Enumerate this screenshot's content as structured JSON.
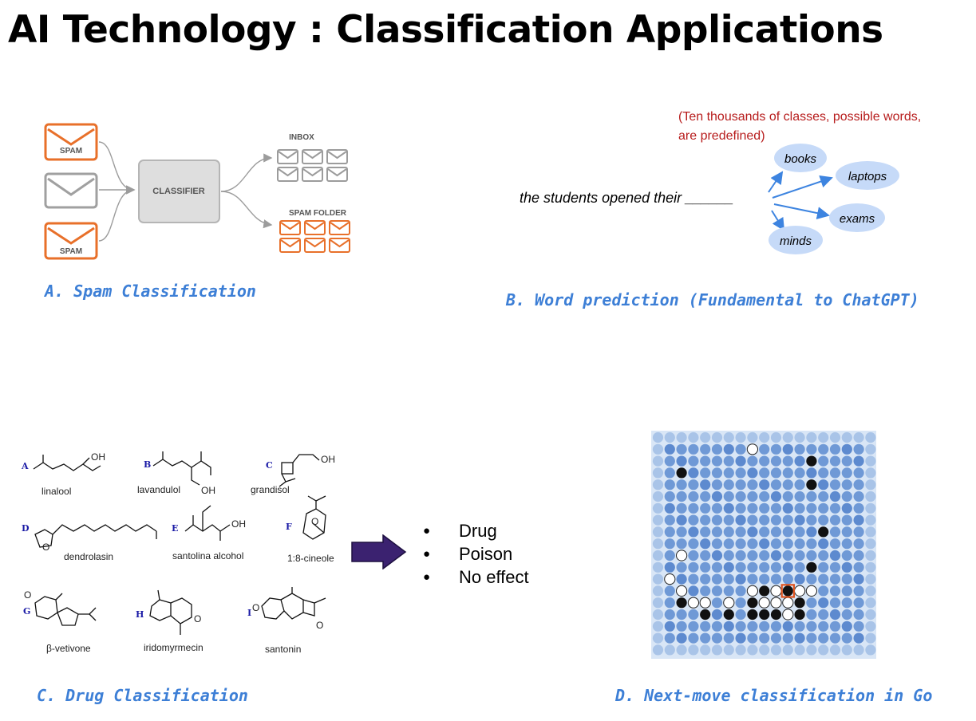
{
  "title": "AI Technology : Classification Applications",
  "panel_a": {
    "caption": "A. Spam Classification",
    "spam_label": "SPAM",
    "classifier_label": "CLASSIFIER",
    "inbox_label": "INBOX",
    "spam_folder_label": "SPAM FOLDER",
    "colors": {
      "spam": "#e8702a",
      "neutral": "#9c9c9c"
    }
  },
  "panel_b": {
    "caption": "B. Word prediction (Fundamental to ChatGPT)",
    "note_line1": "(Ten thousands of classes, possible words,",
    "note_line2": "are predefined)",
    "sentence": "the students opened their ______",
    "words": [
      "books",
      "laptops",
      "exams",
      "minds"
    ],
    "colors": {
      "note": "#b71c1c",
      "bubble": "#c6daf8",
      "arrow": "#3d84e0"
    }
  },
  "panel_c": {
    "caption": "C. Drug Classification",
    "molecules": [
      {
        "letter": "A",
        "name": "linalool"
      },
      {
        "letter": "B",
        "name": "lavandulol"
      },
      {
        "letter": "C",
        "name": "grandisol"
      },
      {
        "letter": "D",
        "name": "dendrolasin"
      },
      {
        "letter": "E",
        "name": "santolina alcohol"
      },
      {
        "letter": "F",
        "name": "1:8-cineole"
      },
      {
        "letter": "G",
        "name": "β-vetivone"
      },
      {
        "letter": "H",
        "name": "iridomyrmecin"
      },
      {
        "letter": "I",
        "name": "santonin"
      }
    ],
    "oh_label": "OH",
    "o_label": "O",
    "outcomes": [
      "Drug",
      "Poison",
      "No effect"
    ],
    "arrow_color": "#3b2270"
  },
  "panel_d": {
    "caption": "D. Next-move classification in Go",
    "board_size": 19,
    "colors": {
      "board_fill": "#d9e6f6",
      "highlight": "#e0541f"
    }
  }
}
